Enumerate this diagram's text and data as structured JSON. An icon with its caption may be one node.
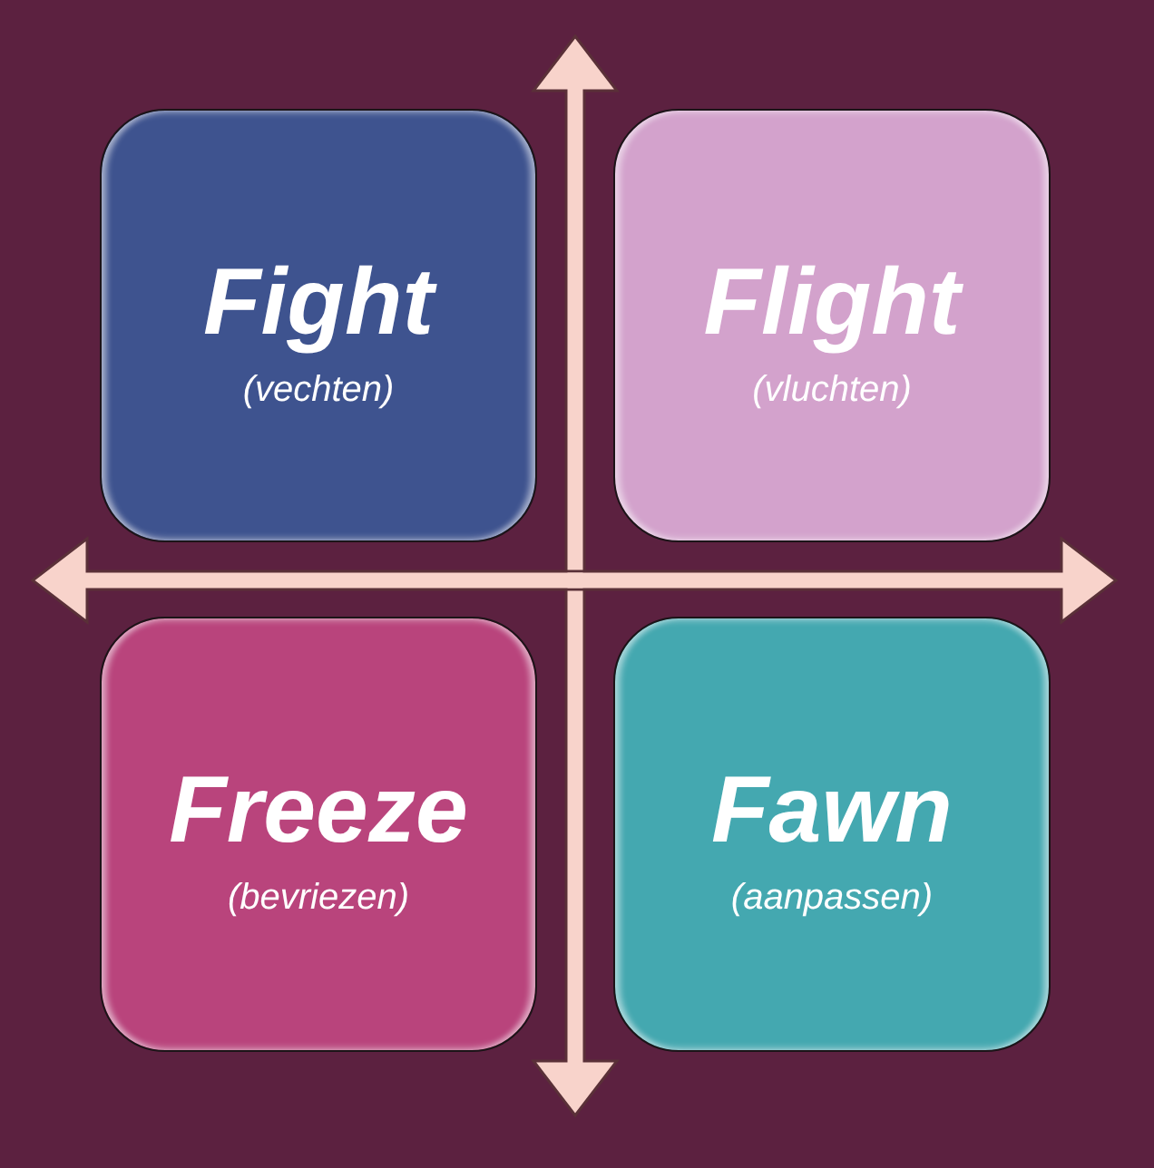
{
  "diagram": {
    "nodes": [
      {
        "text": [
          "Fight",
          "(vechten)"
        ]
      },
      {
        "text": [
          "Flight",
          "(vluchten)"
        ]
      },
      {
        "text": [
          "Freeze",
          "(bevriezen)"
        ]
      },
      {
        "text": [
          "Fawn",
          "(aanpassen)"
        ]
      }
    ]
  }
}
